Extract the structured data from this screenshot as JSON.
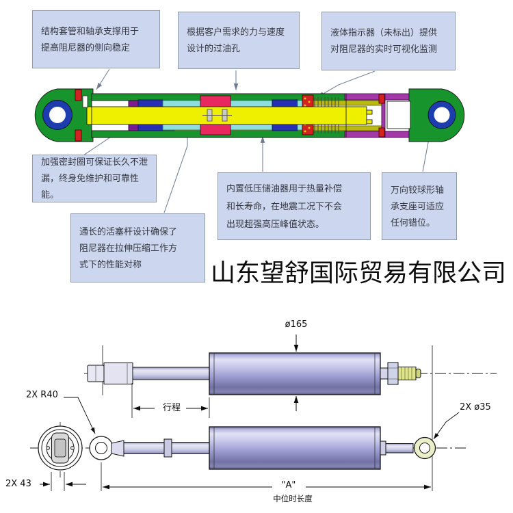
{
  "callouts": {
    "sleeve": "结构套管和轴承支撑用于\n提高阻尼器的侧向稳定",
    "orifice": "根据客户需求的力与速度\n设计的过油孔",
    "indicator": "液体指示器（未标出）提供\n对阻尼器的实时可视化监测",
    "seal": "加强密封圈可保证长久不泄\n漏，终身免维护和可靠性能。",
    "reservoir": "内置低压储油器用于热量补偿\n和长寿命，在地震工况下不会\n出现超强高压峰值状态。",
    "bearing": "万向铰球形轴\n承支座可适应\n任何错位。",
    "piston_rod": "通长的活塞杆设计确保了\n阻尼器在拉伸压缩工作方\n式下的性能对称"
  },
  "company_name": "山东望舒国际贸易有限公司",
  "dimensions": {
    "body_diameter": "ø165",
    "stroke": "行程",
    "eye_radius": "2X R40",
    "eye_bore": "2X ø35",
    "bushing_width": "2X 43",
    "overall_length": "\"A\"",
    "overall_length_note": "中位时长度"
  },
  "colors": {
    "callout_bg": "#ccd6ef",
    "callout_border": "#8e99ad",
    "clevis_green": "#17942c",
    "eye_blue": "#1d3cae",
    "rod_yellow": "#eef000",
    "chamber_cyan": "#8fdede",
    "piston_pink": "#e8295f",
    "seal_purple": "#7c1b8f",
    "seal_blue": "#2630b4",
    "tube_olive": "#b8ba12",
    "right_tube_purple": "#a338a8",
    "bolt_red": "#d42222",
    "cylinder_lavender": "#a8a8d8"
  }
}
